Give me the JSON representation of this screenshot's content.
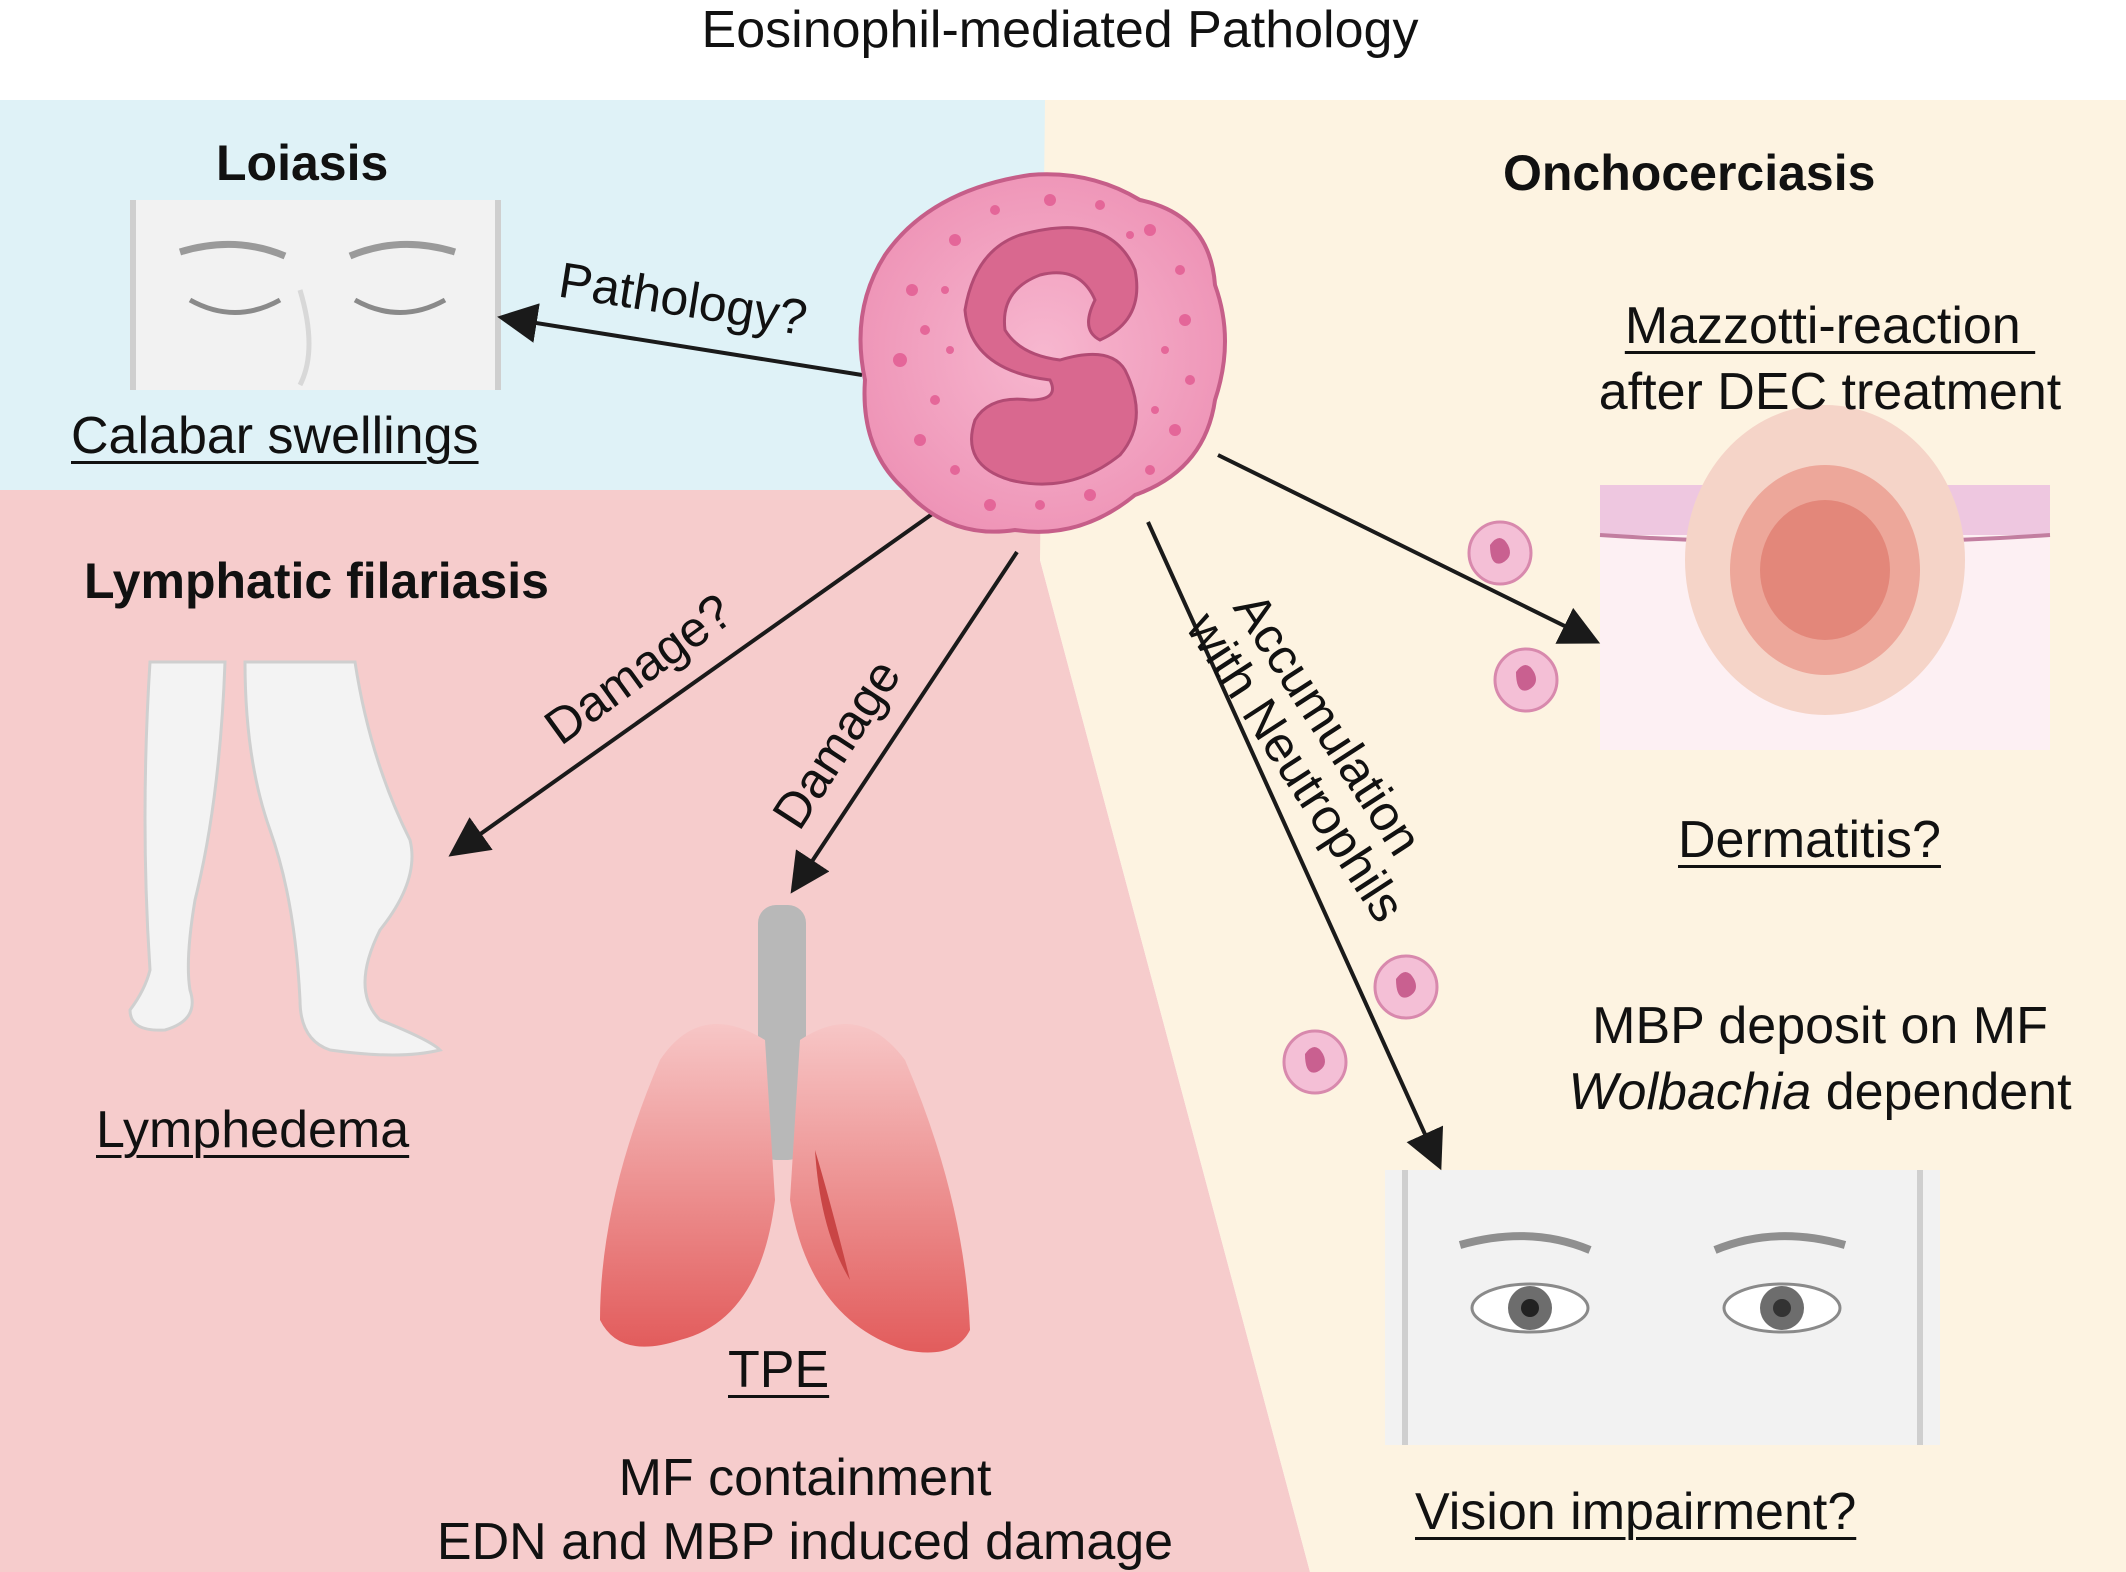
{
  "title": "Eosinophil-mediated Pathology",
  "regions": {
    "loiasis": {
      "heading": "Loiasis",
      "condition": "Calabar swellings",
      "arrow_label": "Pathology?"
    },
    "lymphatic_filariasis": {
      "heading": "Lymphatic filariasis",
      "lymphedema": "Lymphedema",
      "lymphedema_arrow": "Damage?",
      "tpe": "TPE",
      "tpe_arrow": "Damage",
      "tpe_note_line1": "MF containment",
      "tpe_note_line2": "EDN and MBP induced damage"
    },
    "onchocerciasis": {
      "heading": "Onchocerciasis",
      "mazzotti_line1": "Mazzotti-reaction ",
      "mazzotti_line2": "after DEC treatment",
      "dermatitis": "Dermatitis?",
      "accumulation_line1": "Accumulation",
      "accumulation_line2": "with Neutrophils",
      "mbp_line1": "MBP deposit on MF",
      "mbp_line2_italic": "Wolbachia",
      "mbp_line2_rest": " dependent",
      "vision": "Vision impairment?"
    }
  },
  "colors": {
    "loiasis_bg": "#dff2f7",
    "lymphatic_bg": "#f6cccc",
    "onchocerciasis_bg": "#fdf3e1",
    "eosinophil_cyto": "#f3a9c6",
    "eosinophil_nucleus": "#d9688f",
    "arrow": "#1a1a1a"
  }
}
